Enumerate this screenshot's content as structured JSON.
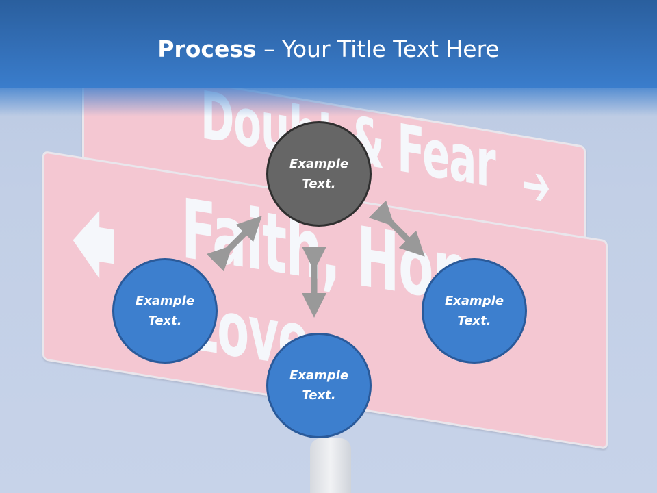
{
  "slide": {
    "title_bold": "Process",
    "title_rest": " – Your Title Text Here"
  },
  "background": {
    "sign_top_text": "Doubt & Fear",
    "sign_bottom_text_line1": "Faith, Hope",
    "sign_bottom_text_line2": "Love",
    "colors": {
      "sky": "#c3d0e6",
      "sign": "#f4c7d2",
      "header": "#336fb7"
    }
  },
  "diagram": {
    "center_node": {
      "label": "Example Text.",
      "color": "#666666"
    },
    "nodes": [
      {
        "label": "Example Text.",
        "position": "left",
        "color": "#3d7fce"
      },
      {
        "label": "Example Text.",
        "position": "bottom",
        "color": "#3d7fce"
      },
      {
        "label": "Example Text.",
        "position": "right",
        "color": "#3d7fce"
      }
    ],
    "arrow_color": "#999999"
  }
}
